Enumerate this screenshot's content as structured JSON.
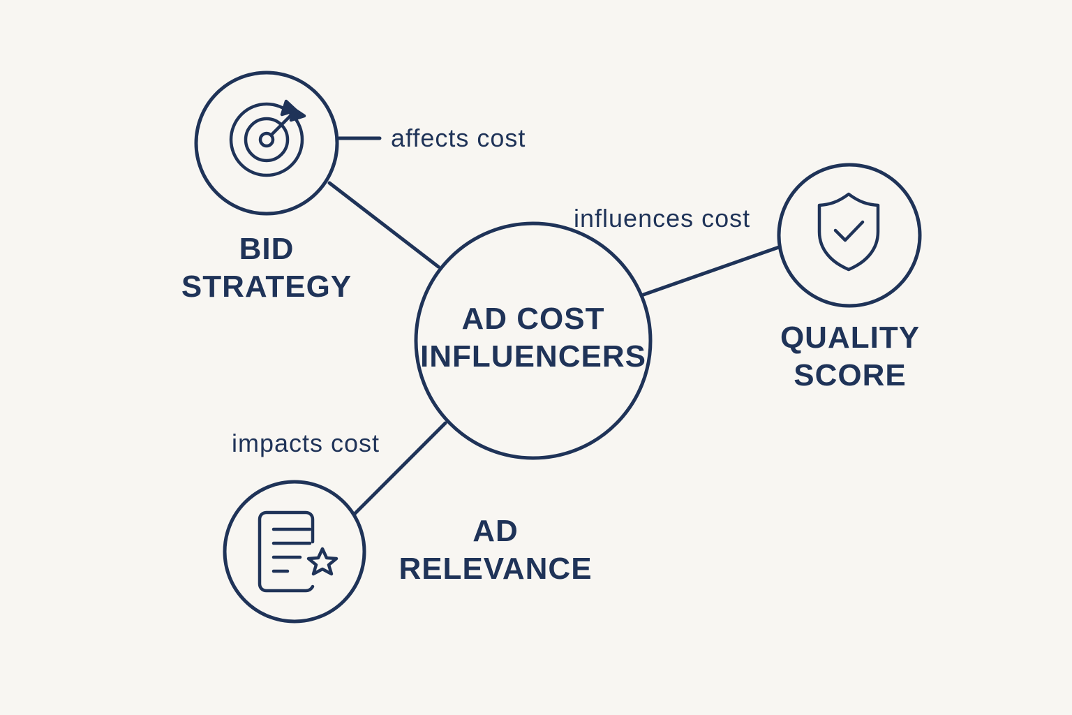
{
  "center": {
    "line1": "AD COST",
    "line2": "INFLUENCERS"
  },
  "nodes": {
    "bid_strategy": {
      "line1": "BID",
      "line2": "STRATEGY",
      "icon": "target-icon"
    },
    "quality_score": {
      "line1": "QUALITY",
      "line2": "SCORE",
      "icon": "shield-check-icon"
    },
    "ad_relevance": {
      "line1": "AD",
      "line2": "RELEVANCE",
      "icon": "document-star-icon"
    }
  },
  "edges": {
    "bid_strategy": "affects cost",
    "quality_score": "influences cost",
    "ad_relevance": "impacts cost"
  },
  "colors": {
    "ink": "#1f3358",
    "background": "#f8f6f2"
  }
}
